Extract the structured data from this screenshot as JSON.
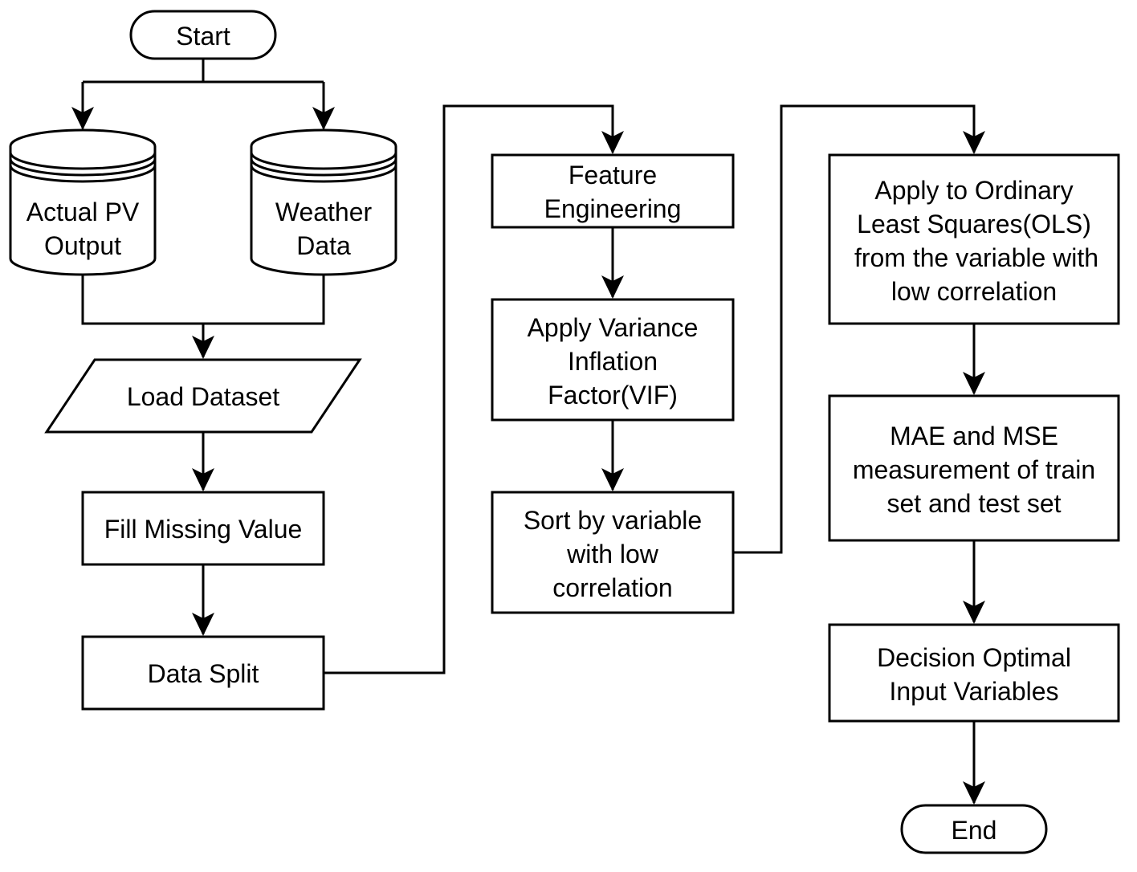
{
  "diagram": {
    "type": "flowchart",
    "colors": {
      "stroke": "#000000",
      "fill": "#ffffff",
      "text": "#000000",
      "background": "#ffffff"
    },
    "nodes": {
      "start": {
        "shape": "terminator",
        "lines": [
          "Start"
        ]
      },
      "actual_pv": {
        "shape": "database",
        "lines": [
          "Actual PV",
          "Output"
        ]
      },
      "weather": {
        "shape": "database",
        "lines": [
          "Weather",
          "Data"
        ]
      },
      "load_dataset": {
        "shape": "parallelogram",
        "lines": [
          "Load Dataset"
        ]
      },
      "fill_missing": {
        "shape": "process",
        "lines": [
          "Fill Missing Value"
        ]
      },
      "data_split": {
        "shape": "process",
        "lines": [
          "Data Split"
        ]
      },
      "feature_eng": {
        "shape": "process",
        "lines": [
          "Feature",
          "Engineering"
        ]
      },
      "vif": {
        "shape": "process",
        "lines": [
          "Apply Variance",
          "Inflation",
          "Factor(VIF)"
        ]
      },
      "sort": {
        "shape": "process",
        "lines": [
          "Sort by variable",
          "with low",
          "correlation"
        ]
      },
      "ols": {
        "shape": "process",
        "lines": [
          "Apply to Ordinary",
          "Least Squares(OLS)",
          "from the variable with",
          "low correlation"
        ]
      },
      "mae_mse": {
        "shape": "process",
        "lines": [
          "MAE and MSE",
          "measurement of train",
          "set and test set"
        ]
      },
      "decision": {
        "shape": "process",
        "lines": [
          "Decision Optimal",
          "Input Variables"
        ]
      },
      "end": {
        "shape": "terminator",
        "lines": [
          "End"
        ]
      }
    },
    "edges": [
      {
        "from": "start",
        "to": "actual_pv"
      },
      {
        "from": "start",
        "to": "weather"
      },
      {
        "from": "actual_pv",
        "to": "load_dataset"
      },
      {
        "from": "weather",
        "to": "load_dataset"
      },
      {
        "from": "load_dataset",
        "to": "fill_missing"
      },
      {
        "from": "fill_missing",
        "to": "data_split"
      },
      {
        "from": "data_split",
        "to": "feature_eng"
      },
      {
        "from": "feature_eng",
        "to": "vif"
      },
      {
        "from": "vif",
        "to": "sort"
      },
      {
        "from": "sort",
        "to": "ols"
      },
      {
        "from": "ols",
        "to": "mae_mse"
      },
      {
        "from": "mae_mse",
        "to": "decision"
      },
      {
        "from": "decision",
        "to": "end"
      }
    ]
  }
}
